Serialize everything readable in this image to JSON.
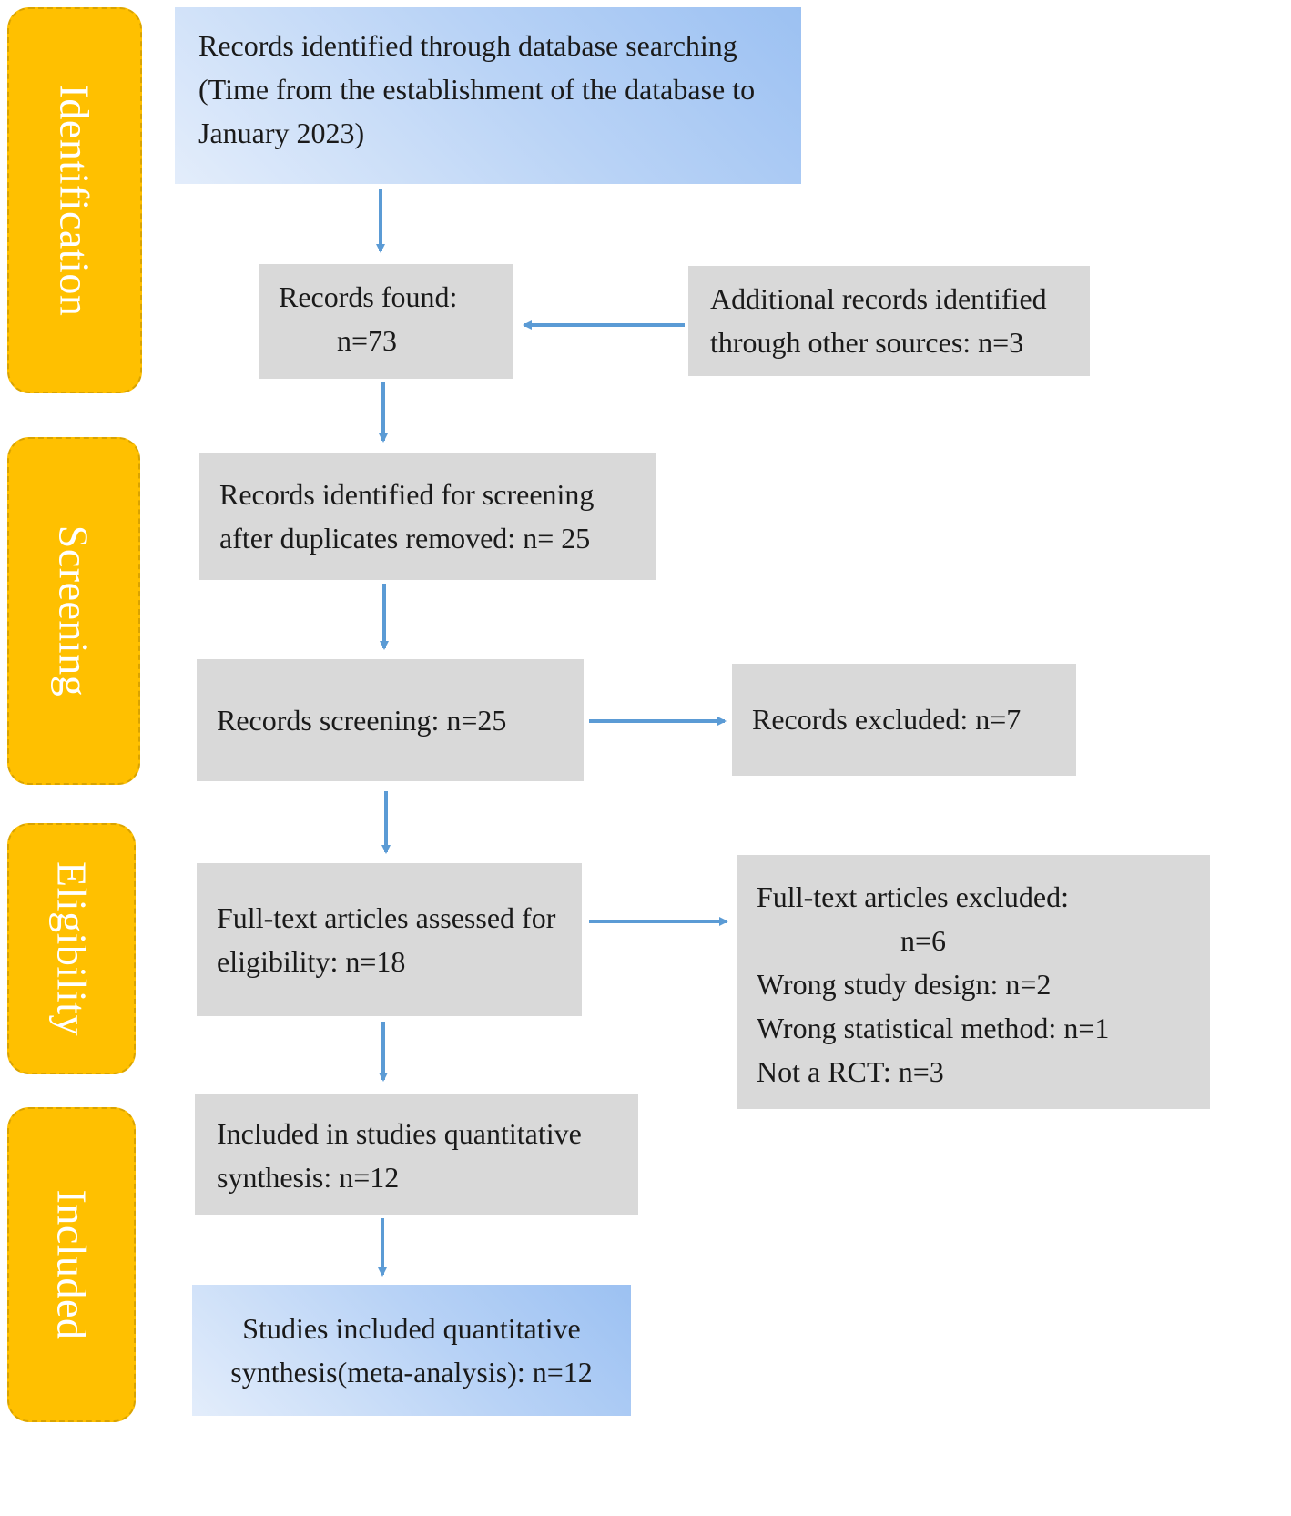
{
  "stages": {
    "identification": "Identification",
    "screening": "Screening",
    "eligibility": "Eligibility",
    "included": "Included"
  },
  "boxes": {
    "database_search": [
      "Records identified through database searching",
      "(Time from the establishment of the database to",
      "January 2023)"
    ],
    "records_found": [
      "Records found:",
      "n=73"
    ],
    "additional_records": [
      "Additional records identified",
      "through other sources: n=3"
    ],
    "after_duplicates": [
      "Records identified for screening",
      "after duplicates removed: n= 25"
    ],
    "records_screening": [
      "Records screening: n=25"
    ],
    "records_excluded": [
      "Records excluded: n=7"
    ],
    "fulltext_assessed": [
      "Full-text articles assessed for",
      "eligibility: n=18"
    ],
    "fulltext_excluded": [
      "Full-text articles excluded:",
      "n=6",
      "Wrong study design: n=2",
      "Wrong statistical method: n=1",
      "Not a RCT: n=3"
    ],
    "included_synthesis": [
      "Included in studies quantitative",
      "synthesis: n=12"
    ],
    "meta_analysis": [
      "Studies included quantitative",
      "synthesis(meta-analysis): n=12"
    ]
  },
  "colors": {
    "stage_fill": "#ffc000",
    "box_fill": "#d9d9d9",
    "arrow": "#5b9bd5",
    "gradient_light": "#e3edfb",
    "gradient_dark": "#9cc1f2"
  }
}
